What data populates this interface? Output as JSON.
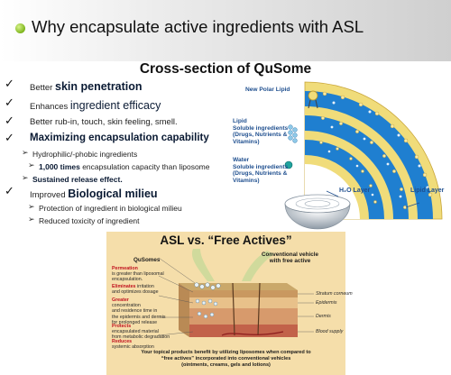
{
  "header": {
    "title": "Why encapsulate active ingredients with ASL"
  },
  "section_title": "Cross-section of QuSome",
  "benefits": {
    "b1": {
      "pre": "Better ",
      "bold": "skin penetration"
    },
    "b2": {
      "pre": "Enhances ",
      "rest": "ingredient efficacy"
    },
    "b3": "Better rub-in, touch, skin feeling, smell.",
    "b4": "Maximizing encapsulation capability",
    "b4_sub1": "Hydrophilic/-phobic ingredients",
    "b4_sub2": {
      "bold": "1,000 times",
      "rest": " encapsulation capacity than liposome"
    },
    "b4_sub3": "Sustained release effect.",
    "b5": {
      "pre": "Improved ",
      "bold": "Biological milieu"
    },
    "b5_sub1": "Protection of ingredient in biological milieu",
    "b5_sub2": "Reduced toxicity of ingredient"
  },
  "diagram": {
    "new_polar_lipid": "New Polar Lipid",
    "lipid_soluble": [
      "Lipid",
      "Soluble ingredients",
      "(Drugs, Nutrients &",
      "Vitamins)"
    ],
    "water_soluble": [
      "Water",
      "Soluble ingredients",
      "(Drugs, Nutrients &",
      "Vitamins)"
    ],
    "h2o_layer": "H₂O Layer",
    "lipid_layer": "Lipid Layer"
  },
  "panel": {
    "title": "ASL vs. “Free Actives”",
    "col_left": "QuSomes",
    "col_right": [
      "Conventional vehicle",
      "with free active"
    ],
    "notes": [
      {
        "red": "Permeation",
        "rest": [
          "is greater than liposomal",
          "encapsulation."
        ]
      },
      {
        "red": "Eliminates",
        "rest": [
          "irritation",
          "and optimizes dosage"
        ]
      },
      {
        "red": "Greater",
        "rest": [
          "concentration",
          "and residence time in",
          "the epidermis and dermis",
          "for prolonged release"
        ]
      },
      {
        "red": "Protects",
        "rest": [
          "encapsulated material",
          "from metabolic degradation"
        ]
      },
      {
        "red": "Reduces",
        "rest": [
          "systemic absorption"
        ]
      }
    ],
    "layers": [
      "Stratum corneum",
      "Epidermis",
      "Dermis",
      "Blood supply"
    ],
    "caption": [
      "Your topical products benefit by utilizing liposomes when compared to",
      "“free actives” incorporated into conventional vehicles",
      "(ointments, creams, gels and lotions)"
    ]
  },
  "colors": {
    "accent_green": "#7db51c",
    "text_navy": "#0a1a33",
    "diagram_blue": "#1f4f8f",
    "panel_bg": "#f5deaa",
    "red_note": "#c1121f"
  },
  "icons": [
    "bullet-dot-icon",
    "checkmark-icon",
    "arrow-bullet-icon"
  ]
}
